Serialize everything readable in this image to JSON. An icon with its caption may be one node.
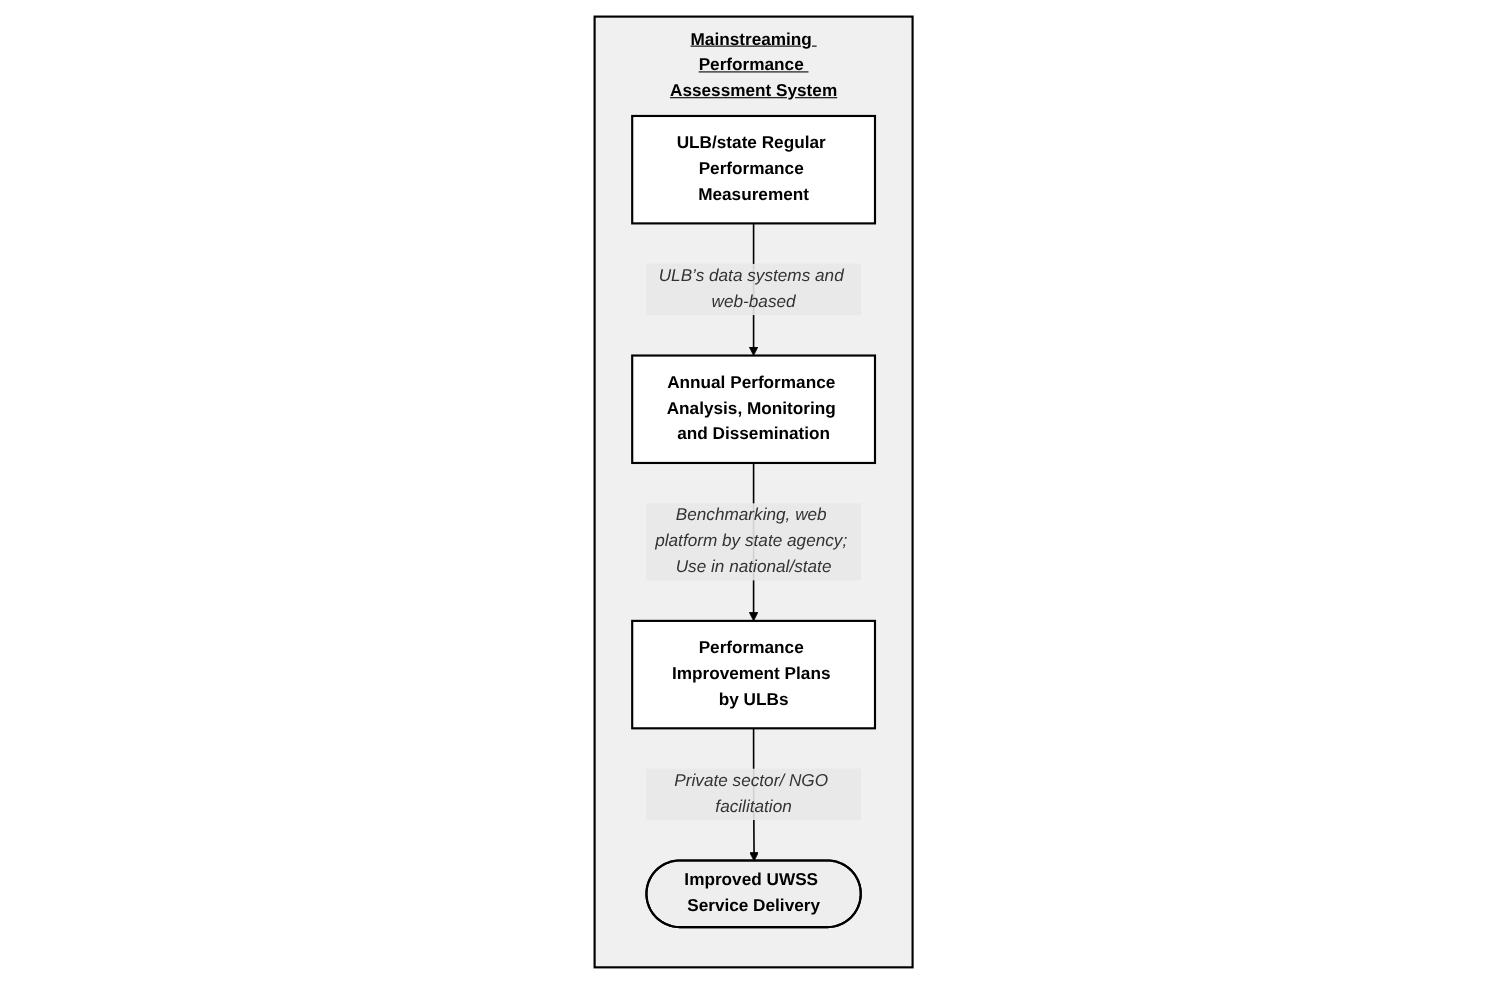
{
  "diagram": {
    "nodes": [
      {
        "text": [
          "Mainstreaming Performance Assessment System"
        ]
      },
      {
        "text": [
          "ULB/state Regular Performance Measurement"
        ],
        "in": 0
      },
      {
        "text": [
          "Annual Performance Analysis, Monitoring and Dissemination"
        ],
        "in": 0
      },
      {
        "text": [
          "Performance Improvement Plans by ULBs"
        ],
        "in": 0
      },
      {
        "text": [
          "Improved UWSS Service Delivery"
        ],
        "in": 0
      }
    ],
    "edges": [
      {
        "from": 1,
        "to": 2,
        "arrow": "to",
        "label": "ULB’s data systems and web-based"
      },
      {
        "from": 2,
        "to": 3,
        "arrow": "to",
        "label": "Benchmarking, web platform by state agency; Use in national/state"
      },
      {
        "from": 3,
        "to": 4,
        "arrow": "to",
        "label": "Private sector/ NGO facilitation"
      }
    ]
  }
}
